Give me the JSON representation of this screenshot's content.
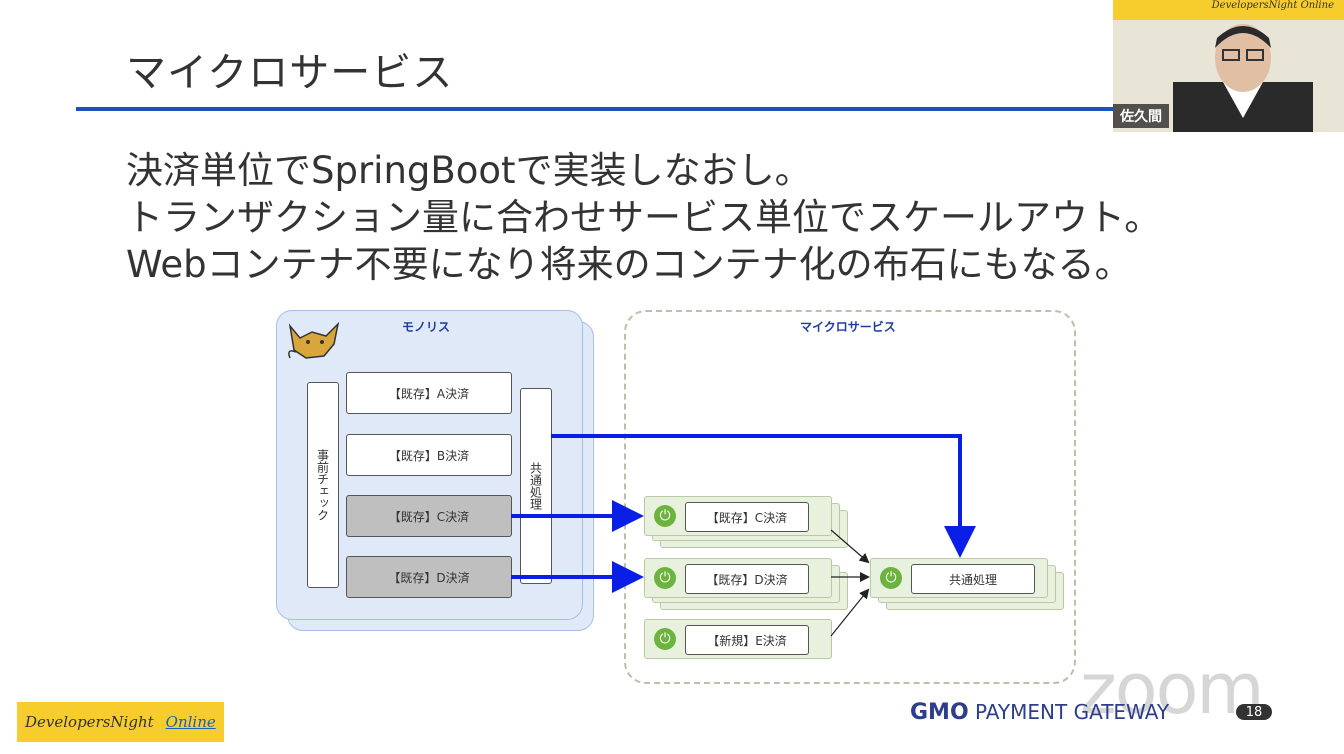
{
  "slide": {
    "title": "マイクロサービス",
    "bullets": [
      "決済単位でSpringBootで実装しなおし。",
      "トランザクション量に合わせサービス単位でスケールアウト。",
      "Webコンテナ不要になり将来のコンテナ化の布石にもなる。"
    ]
  },
  "diagram": {
    "monolith_label": "モノリス",
    "micro_label": "マイクロサービス",
    "precheck_label": "事前チェック",
    "common_label": "共通処理",
    "payments": [
      "【既存】A決済",
      "【既存】B決済",
      "【既存】C決済",
      "【既存】D決済"
    ],
    "services": [
      "【既存】C決済",
      "【既存】D決済",
      "【新規】E決済"
    ],
    "common_service": "共通処理",
    "power_icon_glyph": "⏻"
  },
  "footer": {
    "event_name": "DevelopersNight",
    "event_online": "Online",
    "company_mark": "GMO",
    "company_name": "PAYMENT GATEWAY",
    "page_number": "18",
    "watermark": "zoom"
  },
  "video": {
    "banner": "DevelopersNight Online",
    "speaker_name": "佐久間"
  },
  "colors": {
    "accent_blue": "#1f4fb8",
    "arrow_blue": "#0a1fe6",
    "spring_green": "#6db33f",
    "badge_yellow": "#f7cd2e"
  }
}
